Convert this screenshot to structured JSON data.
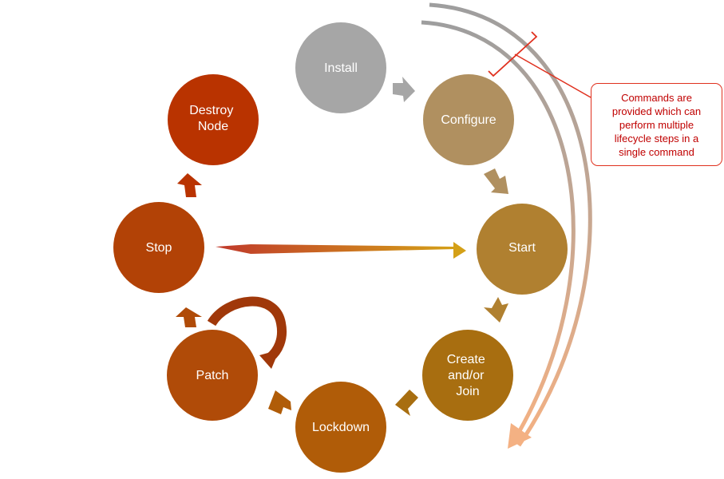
{
  "nodes": {
    "install": {
      "label": [
        "Install"
      ],
      "color": "#a6a6a6"
    },
    "configure": {
      "label": [
        "Configure"
      ],
      "color": "#b09060"
    },
    "start": {
      "label": [
        "Start"
      ],
      "color": "#b08030"
    },
    "create": {
      "label": [
        "Create",
        "and/or",
        "Join"
      ],
      "color": "#a86e10"
    },
    "lockdown": {
      "label": [
        "Lockdown"
      ],
      "color": "#b05c08"
    },
    "patch": {
      "label": [
        "Patch"
      ],
      "color": "#b04b08"
    },
    "stop": {
      "label": [
        "Stop"
      ],
      "color": "#b24206"
    },
    "destroy": {
      "label": [
        "Destroy",
        "Node"
      ],
      "color": "#b93300"
    }
  },
  "callout": {
    "lines": [
      "Commands are",
      "provided which can",
      "perform  multiple",
      "lifecycle steps in a",
      "single command"
    ],
    "color": "#c00000"
  }
}
